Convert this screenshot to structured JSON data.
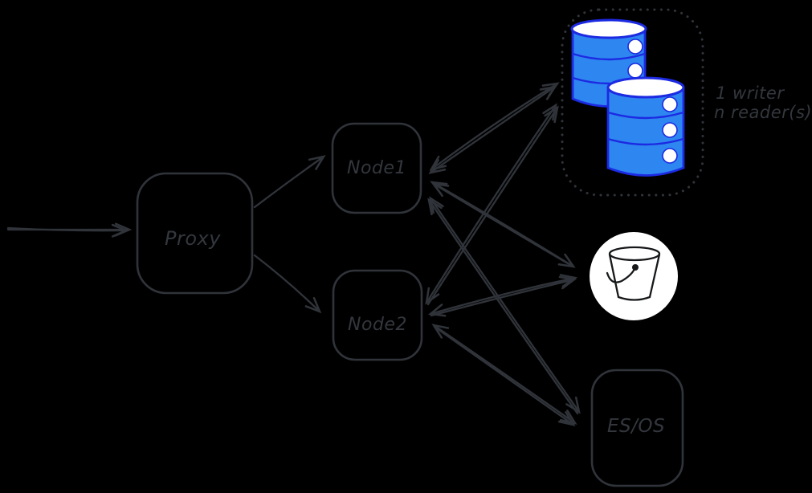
{
  "canvas": {
    "background_color": "#000000",
    "stroke_color": "#30343a"
  },
  "nodes": {
    "proxy": {
      "label": "Proxy"
    },
    "node1": {
      "label": "Node1"
    },
    "node2": {
      "label": "Node2"
    },
    "esos": {
      "label": "ES/OS"
    },
    "database_cluster": {
      "icon": "database-cylinders-icon",
      "caption_line1": "1 writer",
      "caption_line2": "n reader(s)",
      "cylinder_fill_color": "#2e86f0",
      "cylinder_stroke_color": "#1c2ae2",
      "border_style": "dotted"
    },
    "bucket": {
      "icon": "bucket-icon",
      "background_color": "#ffffff"
    }
  },
  "edges": [
    {
      "from": "external-left",
      "to": "proxy",
      "direction": "single"
    },
    {
      "from": "proxy",
      "to": "node1",
      "direction": "single"
    },
    {
      "from": "proxy",
      "to": "node2",
      "direction": "single"
    },
    {
      "from": "node1",
      "to": "database_cluster",
      "direction": "bidirectional"
    },
    {
      "from": "node2",
      "to": "database_cluster",
      "direction": "bidirectional"
    },
    {
      "from": "node1",
      "to": "bucket",
      "direction": "bidirectional"
    },
    {
      "from": "node2",
      "to": "bucket",
      "direction": "bidirectional"
    },
    {
      "from": "node1",
      "to": "esos",
      "direction": "bidirectional"
    },
    {
      "from": "node2",
      "to": "esos",
      "direction": "bidirectional"
    }
  ]
}
